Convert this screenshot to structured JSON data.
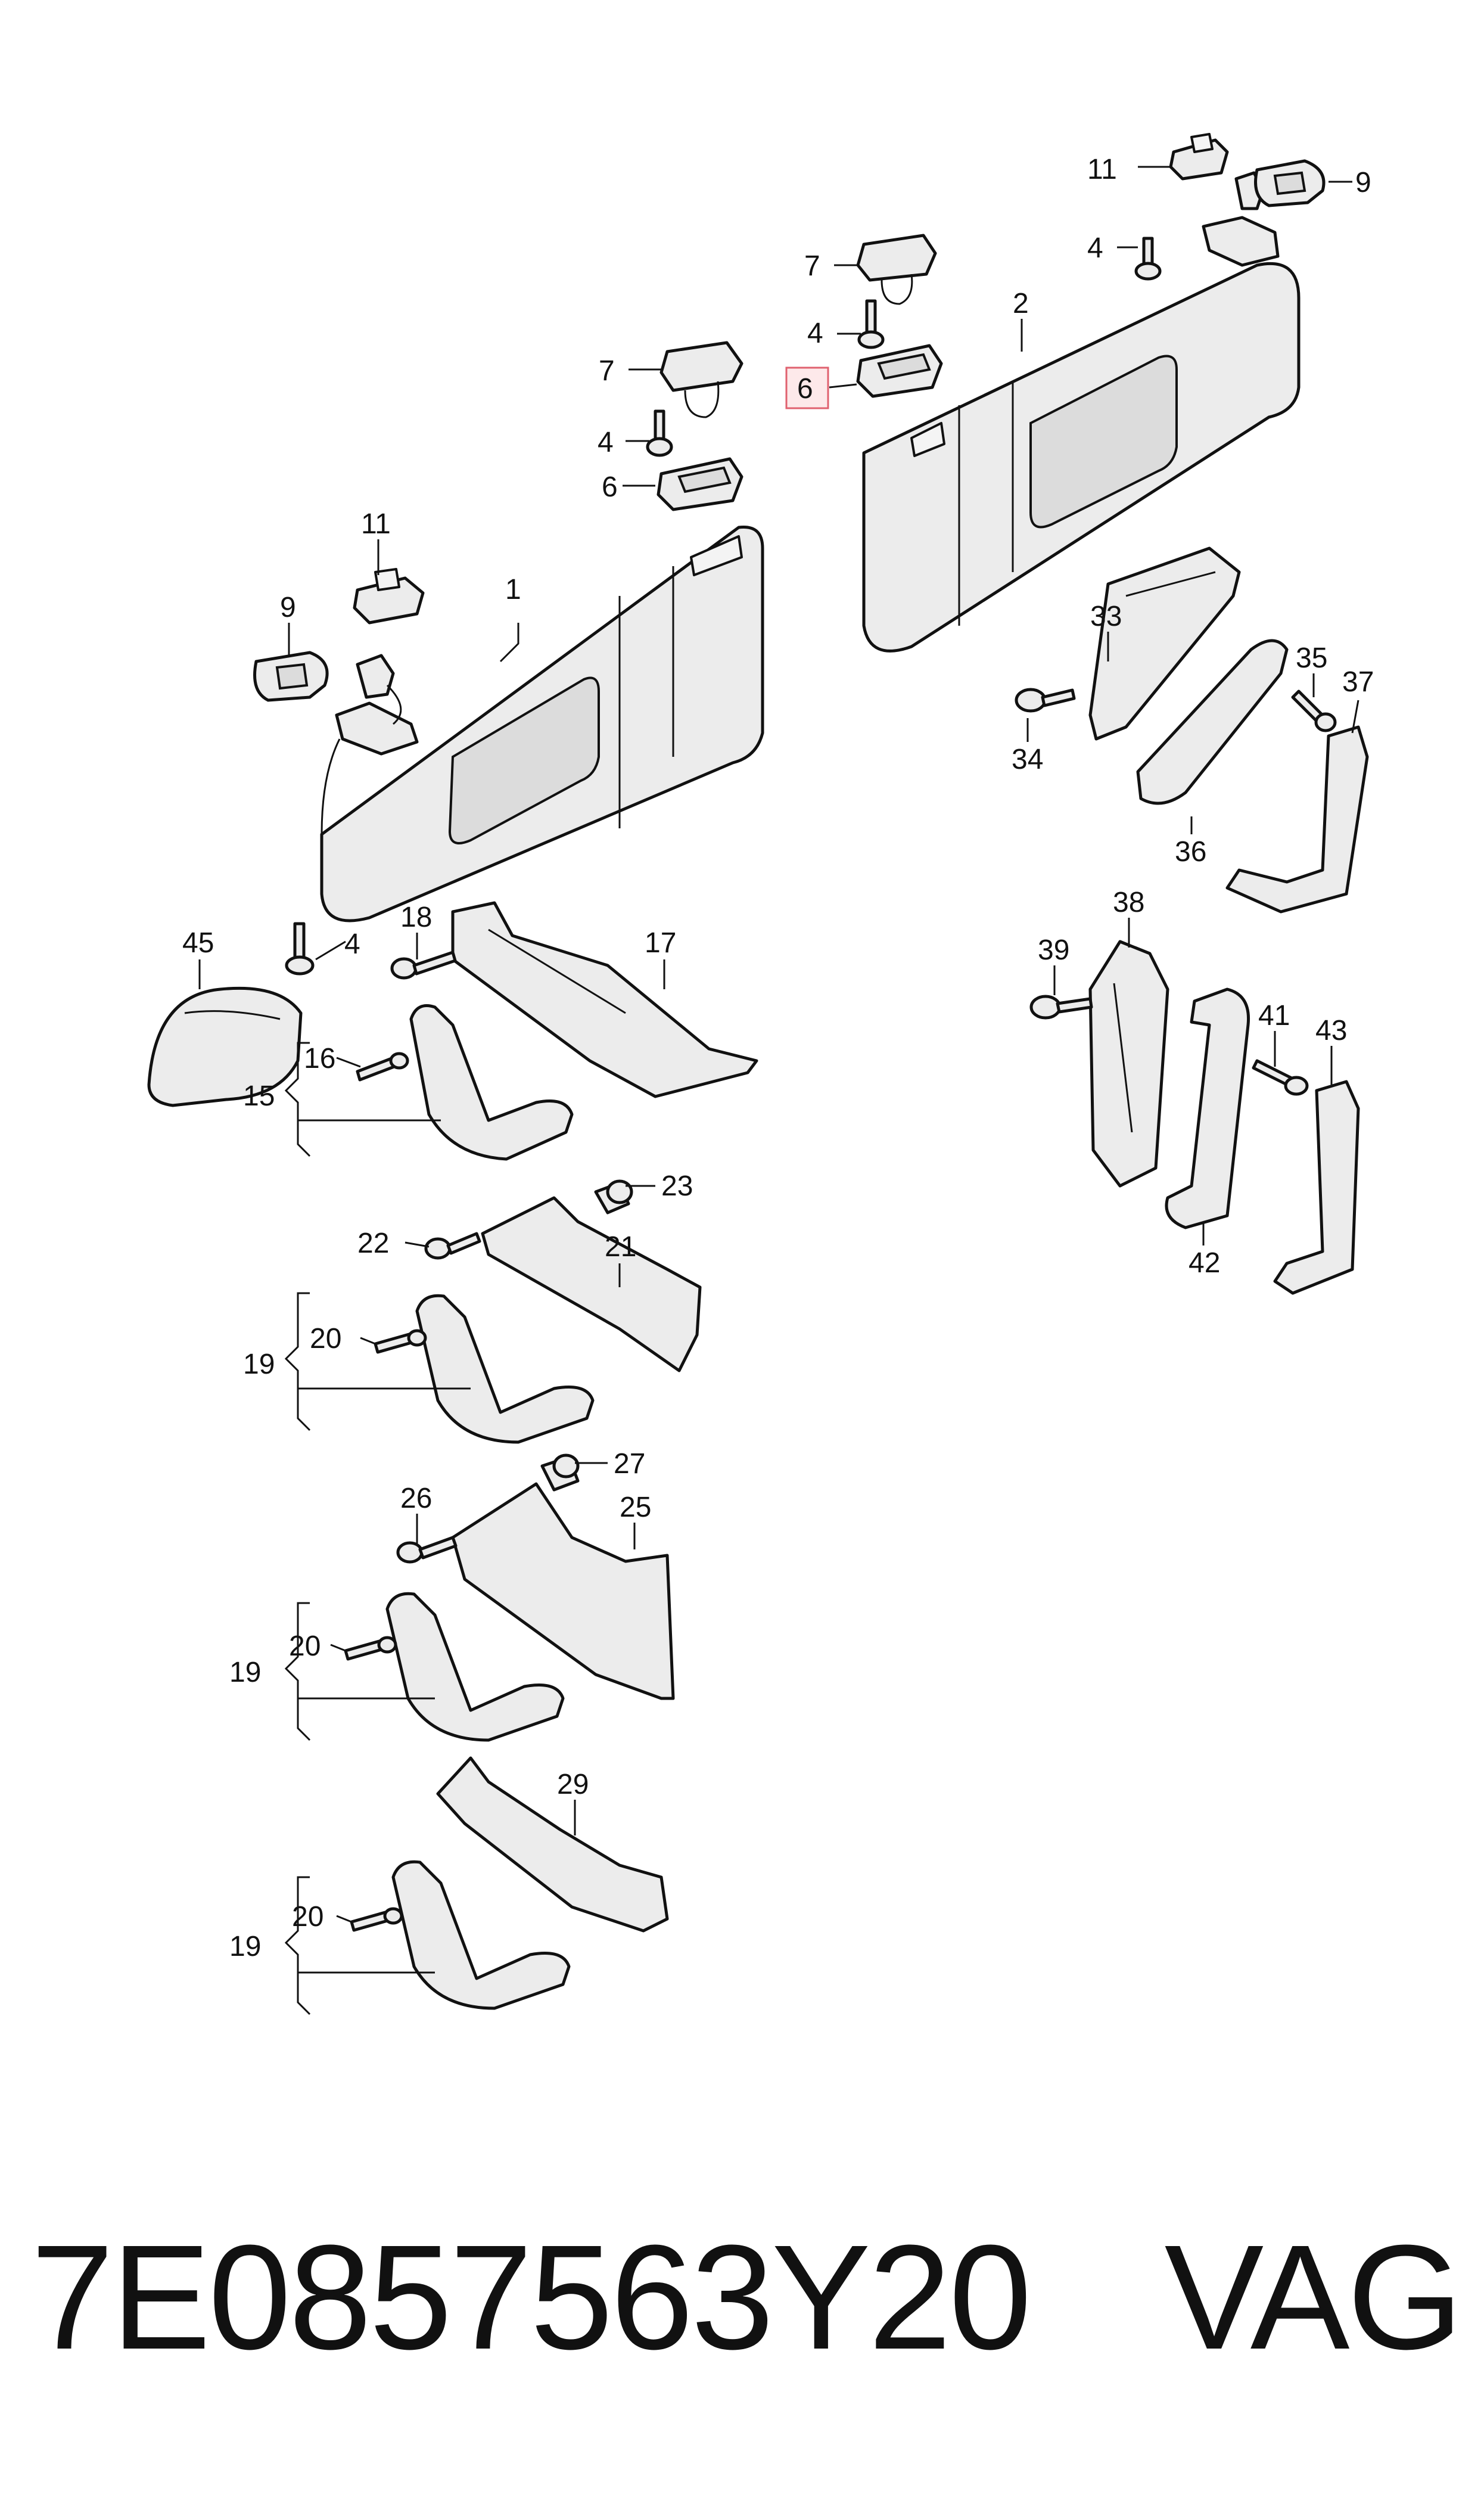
{
  "callouts": {
    "c1": "1",
    "c2": "2",
    "c4a": "4",
    "c4b": "4",
    "c4c": "4",
    "c4d": "4",
    "c6a": "6",
    "c6b": "6",
    "c7a": "7",
    "c7b": "7",
    "c9a": "9",
    "c9b": "9",
    "c11a": "11",
    "c11b": "11",
    "c15": "15",
    "c16": "16",
    "c17": "17",
    "c18": "18",
    "c19a": "19",
    "c19b": "19",
    "c19c": "19",
    "c20a": "20",
    "c20b": "20",
    "c20c": "20",
    "c21": "21",
    "c22": "22",
    "c23": "23",
    "c25": "25",
    "c26": "26",
    "c27": "27",
    "c29": "29",
    "c33": "33",
    "c34": "34",
    "c35": "35",
    "c36": "36",
    "c37": "37",
    "c38": "38",
    "c39": "39",
    "c41": "41",
    "c42": "42",
    "c43": "43",
    "c45": "45"
  },
  "highlighted_callout": "6",
  "highlight_color": "#e0616f",
  "footer": {
    "part_number": "7E0857563Y20",
    "brand": "VAG"
  }
}
